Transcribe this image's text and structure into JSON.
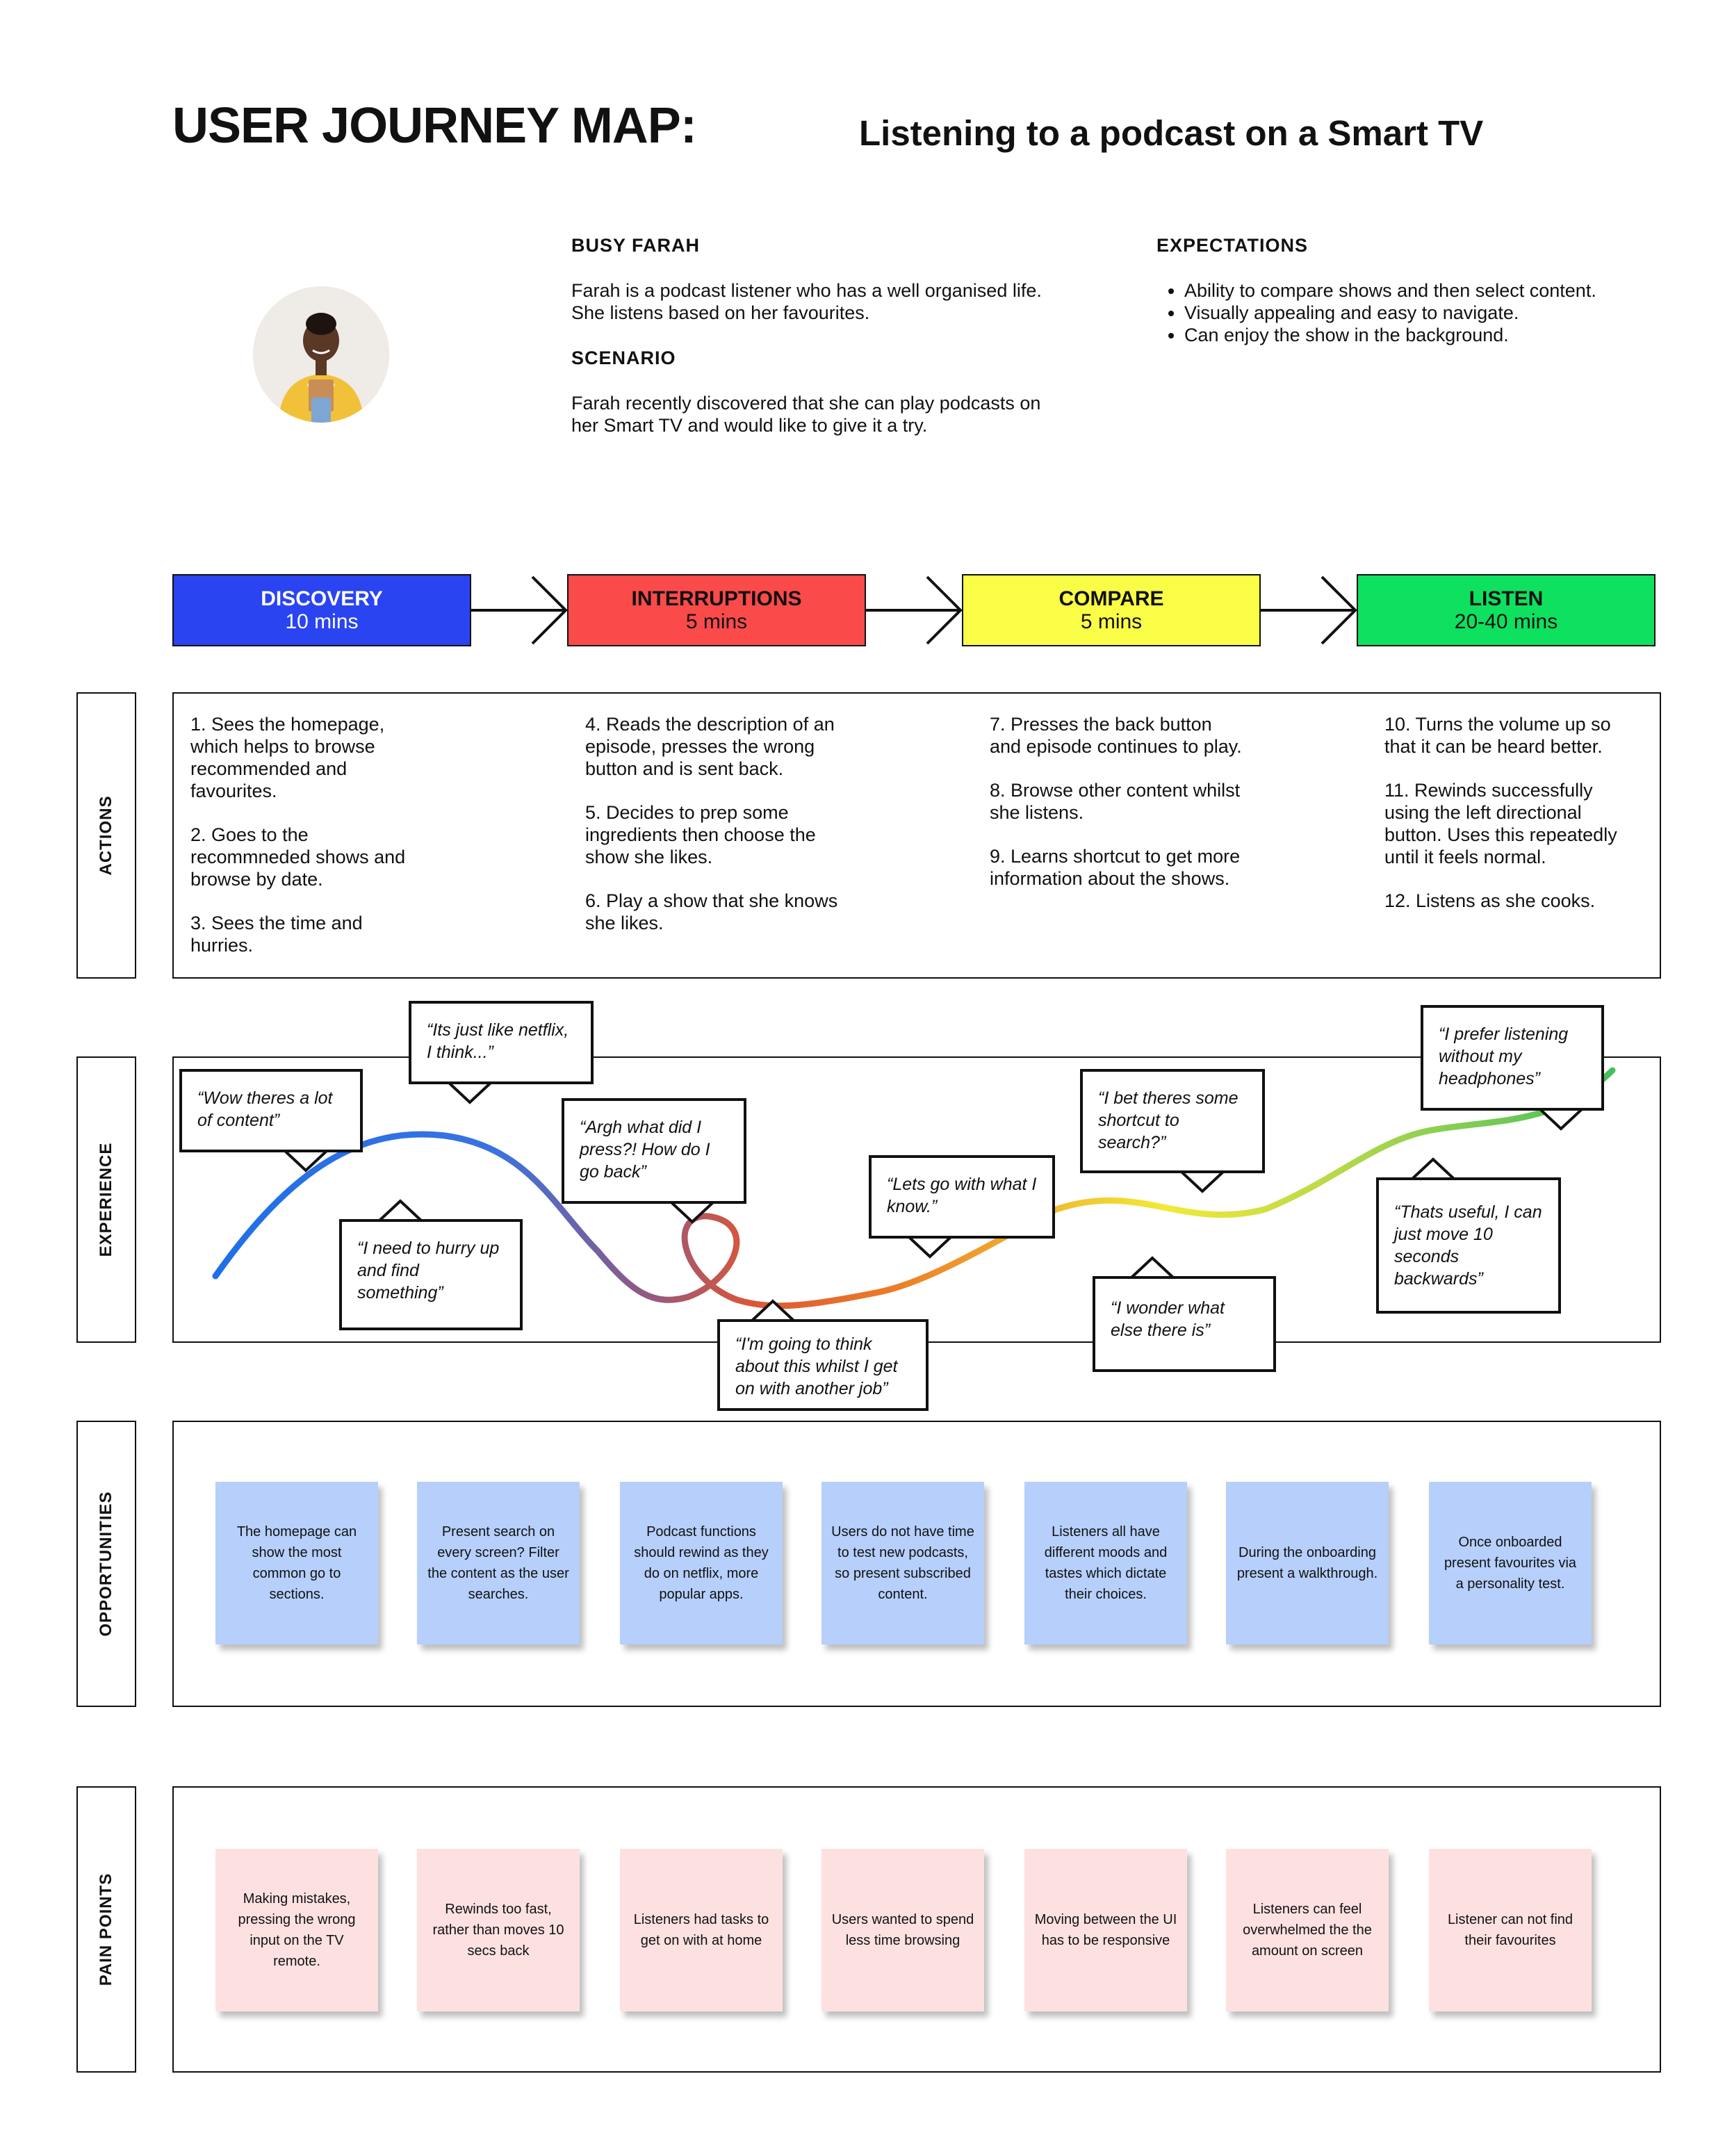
{
  "header": {
    "title": "USER JOURNEY MAP:",
    "subtitle": "Listening to a podcast on a Smart TV"
  },
  "persona": {
    "name": "BUSY FARAH",
    "bio": "Farah is a podcast listener who has a well organised life. She listens based on her favourites.",
    "scenario_heading": "SCENARIO",
    "scenario": "Farah recently discovered that she can play podcasts on her Smart TV and would like to give it a try."
  },
  "expectations": {
    "heading": "EXPECTATIONS",
    "items": [
      "Ability to compare shows and then select content.",
      "Visually appealing and easy to navigate.",
      "Can enjoy the show in the background."
    ]
  },
  "stages": [
    {
      "name": "DISCOVERY",
      "duration": "10 mins",
      "color": "#2a44f2",
      "text_color": "#ffffff"
    },
    {
      "name": "INTERRUPTIONS",
      "duration": "5 mins",
      "color": "#fb4a4a",
      "text_color": "#111111"
    },
    {
      "name": "COMPARE",
      "duration": "5 mins",
      "color": "#fafd45",
      "text_color": "#111111"
    },
    {
      "name": "LISTEN",
      "duration": "20-40 mins",
      "color": "#0de15f",
      "text_color": "#111111"
    }
  ],
  "rows": {
    "actions": "ACTIONS",
    "experience": "EXPERIENCE",
    "opportunities": "OPPORTUNITIES",
    "pain_points": "PAIN POINTS"
  },
  "actions": [
    [
      "1. Sees the homepage, which helps to browse recommended and favourites.",
      "2. Goes to the recommneded shows and browse by date.",
      "3. Sees the time and hurries."
    ],
    [
      "4.  Reads the description of an episode, presses the wrong button and is sent back.",
      "5. Decides to prep some ingredients then choose the show she likes.",
      "6. Play a show that she knows she likes."
    ],
    [
      "7. Presses the back button and episode continues to play.",
      "8. Browse other content whilst she listens.",
      "9. Learns shortcut to get more information about the shows."
    ],
    [
      "10. Turns the volume up so that it can be heard better.",
      "11. Rewinds successfully using the left directional button. Uses this repeatedly until it feels normal.",
      "12. Listens as she cooks."
    ]
  ],
  "quotes": [
    "“Wow theres a lot of content”",
    "“Its just like netflix, I think...”",
    "“I need to hurry up and find something”",
    "“Argh what did I press?! How do I go back”",
    "“I'm going to think about this whilst I get on with another job”",
    "“Lets go with what I know.”",
    "“I bet theres some shortcut to search?”",
    "“I wonder what else there is”",
    "“Thats useful, I can just move 10 seconds backwards”",
    "“I prefer listening without my headphones”"
  ],
  "opportunities": [
    "The homepage can show the most common go to sections.",
    "Present search on every screen? Filter the content as the user searches.",
    "Podcast functions should rewind as they do on netflix, more popular apps.",
    "Users do not have time to test new podcasts, so present subscribed content.",
    "Listeners all have different moods and tastes which dictate their choices.",
    "During the onboarding present a walkthrough.",
    "Once onboarded present favourites via a personality test."
  ],
  "pain_points": [
    "Making mistakes, pressing the wrong input on the TV remote.",
    "Rewinds too fast, rather than moves 10 secs back",
    "Listeners had tasks to get on with at home",
    "Users wanted to spend less time browsing",
    "Moving between the UI has to be responsive",
    "Listeners can feel overwhelmed the the amount on screen",
    "Listener can not find their favourites"
  ]
}
